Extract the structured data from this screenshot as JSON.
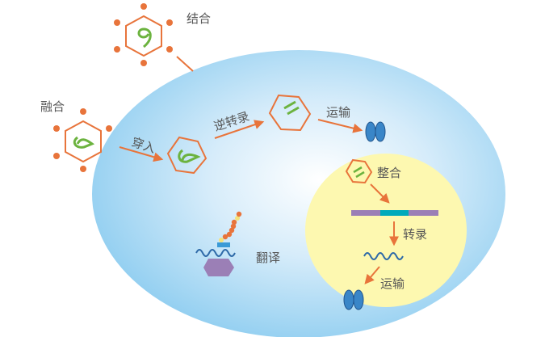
{
  "labels": {
    "binding": "结合",
    "fusion": "融合",
    "entry": "穿入",
    "reverse_transcription": "逆转录",
    "transport_1": "运输",
    "integration": "整合",
    "transcription": "转录",
    "transport_2": "运输",
    "translation": "翻译"
  },
  "colors": {
    "cell": "#8ecdf0",
    "nucleus": "#fdf8b0",
    "virus_capsid": "#e8743b",
    "virus_rna": "#6cb33f",
    "dna": "#9b7fb6",
    "viral_dna_segment": "#00aabb",
    "mrna": "#2e6aa8",
    "ribosome": "#9b7fb6",
    "pore": "#3a86c8"
  }
}
